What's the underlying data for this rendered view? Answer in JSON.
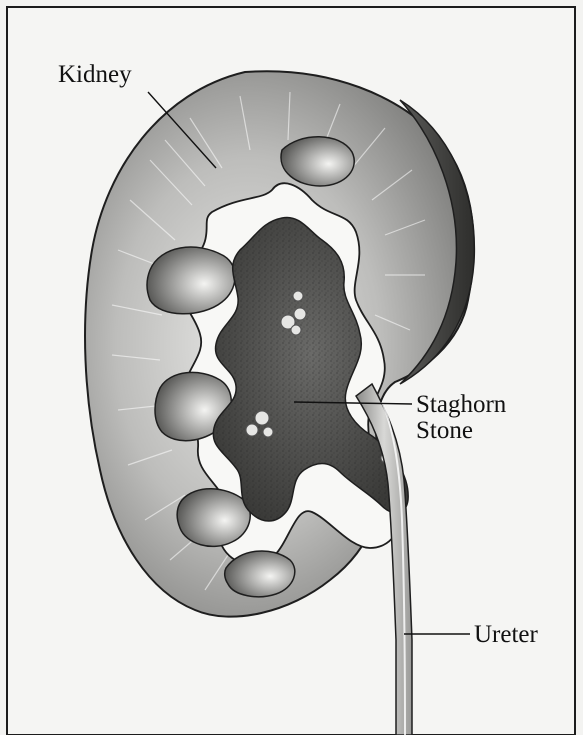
{
  "labels": {
    "kidney": "Kidney",
    "staghorn_line1": "Staghorn",
    "staghorn_line2": "Stone",
    "ureter": "Ureter"
  },
  "colors": {
    "ink": "#111111",
    "kidney_shade": "#9a9a9a",
    "stone": "#4a4a4a",
    "background": "#f5f5f3"
  }
}
